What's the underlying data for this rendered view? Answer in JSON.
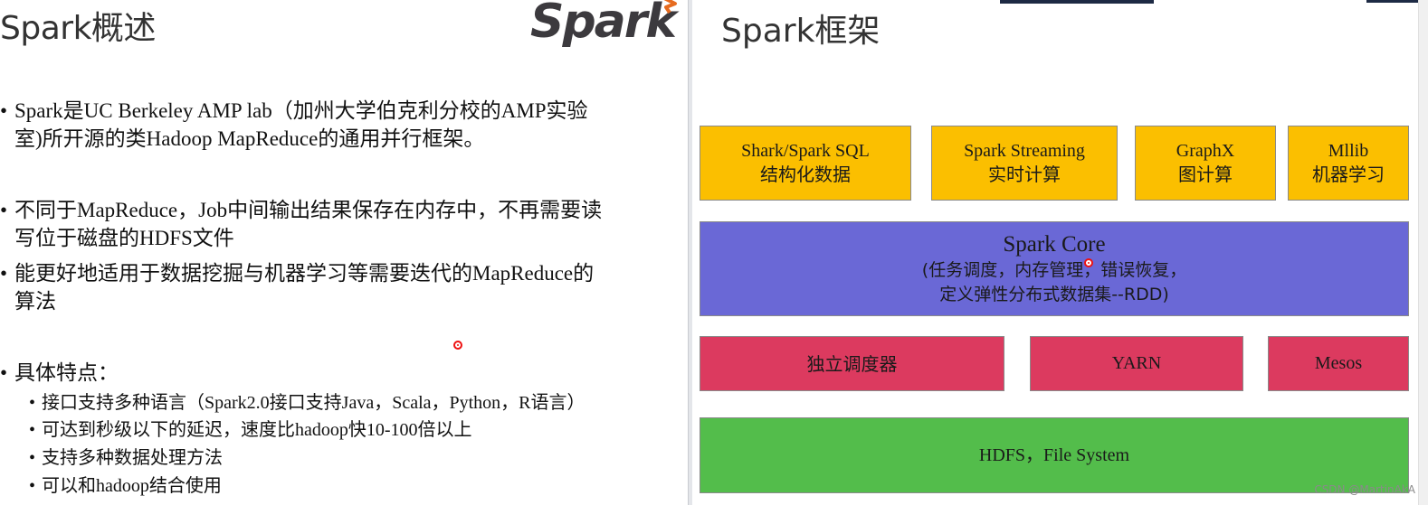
{
  "left": {
    "title": "Spark概述",
    "logo_text": "Spark",
    "bullets": [
      {
        "line1": "Spark是UC Berkeley AMP lab（加州大学伯克利分校的AMP实验",
        "line2": "室)所开源的类Hadoop MapReduce的通用并行框架。"
      },
      {
        "line1": "不同于MapReduce，Job中间输出结果保存在内存中，不再需要读",
        "line2": "写位于磁盘的HDFS文件"
      },
      {
        "line1": "能更好地适用于数据挖掘与机器学习等需要迭代的MapReduce的",
        "line2": "算法"
      },
      {
        "line1": "具体特点："
      }
    ],
    "features": [
      "接口支持多种语言（Spark2.0接口支持Java，Scala，Python，R语言）",
      "可达到秒级以下的延迟，速度比hadoop快10-100倍以上",
      "支持多种数据处理方法",
      "可以和hadoop结合使用"
    ],
    "bullet_char": "•"
  },
  "right": {
    "title": "Spark框架",
    "top_row": [
      {
        "name": "Shark/Spark SQL",
        "desc": "结构化数据"
      },
      {
        "name": "Spark Streaming",
        "desc": "实时计算"
      },
      {
        "name": "GraphX",
        "desc": "图计算"
      },
      {
        "name": "Mllib",
        "desc": "机器学习"
      }
    ],
    "core": {
      "title": "Spark Core",
      "line1": "(任务调度，内存管理，错误恢复，",
      "line2": "定义弹性分布式数据集--RDD)"
    },
    "schedulers": [
      "独立调度器",
      "YARN",
      "Mesos"
    ],
    "storage": "HDFS，File System",
    "watermark": "CSDN @MartinAkA"
  },
  "colors": {
    "yellow": "#fbbf00",
    "purple": "#6a68d6",
    "red": "#dc3a5f",
    "green": "#53bd4b"
  }
}
